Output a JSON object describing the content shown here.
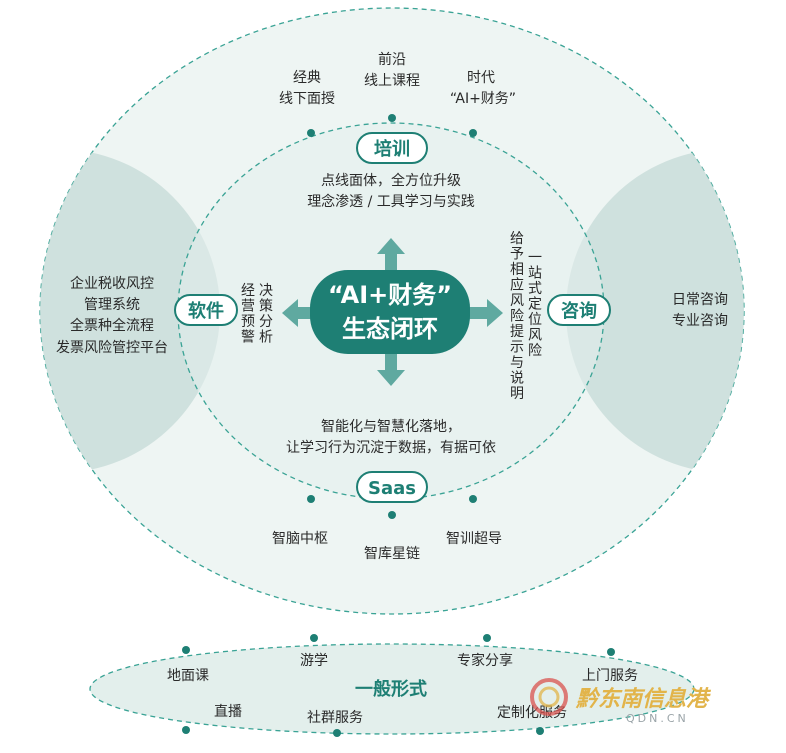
{
  "center": {
    "line1": "“AI+财务”",
    "line2": "生态闭环"
  },
  "pills": {
    "top": "培训",
    "bottom": "Saas",
    "left": "软件",
    "right": "咨询"
  },
  "top_outer_labels": {
    "left": [
      "经典",
      "线下面授"
    ],
    "middle": [
      "前沿",
      "线上课程"
    ],
    "right": [
      "时代",
      "“AI+财务”"
    ]
  },
  "top_inner_text": [
    "点线面体，全方位升级",
    "理念渗透 / 工具学习与实践"
  ],
  "bottom_inner_text": [
    "智能化与智慧化落地，",
    "让学习行为沉淀于数据，有据可依"
  ],
  "bottom_outer_labels": {
    "left": "智脑中枢",
    "middle": "智库星链",
    "right": "智训超导"
  },
  "left_outer_text": [
    "企业税收风控",
    "管理系统",
    "全票种全流程",
    "发票风险管控平台"
  ],
  "left_inner_vertical": [
    "决策分析",
    "经营预警"
  ],
  "right_outer_text": [
    "日常咨询",
    "专业咨询"
  ],
  "right_inner_vertical": [
    "一站式定位风险",
    "给予相应风险提示与说明"
  ],
  "general_form": {
    "title": "一般形式",
    "items": [
      "地面课",
      "游学",
      "专家分享",
      "上门服务",
      "直播",
      "社群服务",
      "定制化服务"
    ]
  },
  "watermark": {
    "text": "黔东南信息港",
    "url": "QDN.CN"
  },
  "colors": {
    "teal": "#1e7f74",
    "outer_fill": "#eef5f3",
    "inner_fill": "#e3efec",
    "side_fill": "#c9ddd9",
    "dash": "#3aa395"
  }
}
